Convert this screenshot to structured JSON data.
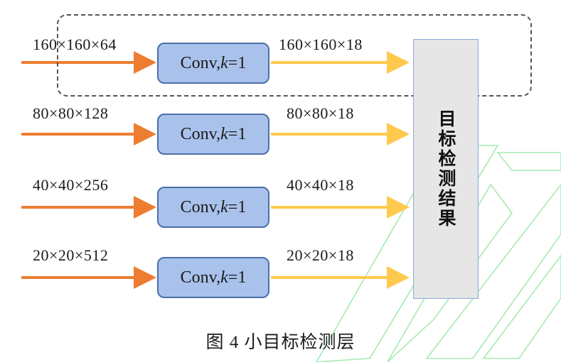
{
  "rows": [
    {
      "input": "160×160×64",
      "conv": {
        "prefix": "Conv, ",
        "k": "k",
        "suffix": "=1"
      },
      "output": "160×160×18"
    },
    {
      "input": "80×80×128",
      "conv": {
        "prefix": "Conv, ",
        "k": "k",
        "suffix": "=1"
      },
      "output": "80×80×18"
    },
    {
      "input": "40×40×256",
      "conv": {
        "prefix": "Conv, ",
        "k": "k",
        "suffix": "=1"
      },
      "output": "40×40×18"
    },
    {
      "input": "20×20×512",
      "conv": {
        "prefix": "Conv, ",
        "k": "k",
        "suffix": "=1"
      },
      "output": "20×20×18"
    }
  ],
  "result_label": "目标检测结果",
  "caption": "图 4  小目标检测层",
  "colors": {
    "input_arrow": "#ed7d31",
    "output_arrow": "#ffc94d",
    "conv_fill": "#a9c2ec",
    "conv_border": "#4b6fa8",
    "result_fill": "#e6e6e6",
    "watermark": "#39d353"
  }
}
